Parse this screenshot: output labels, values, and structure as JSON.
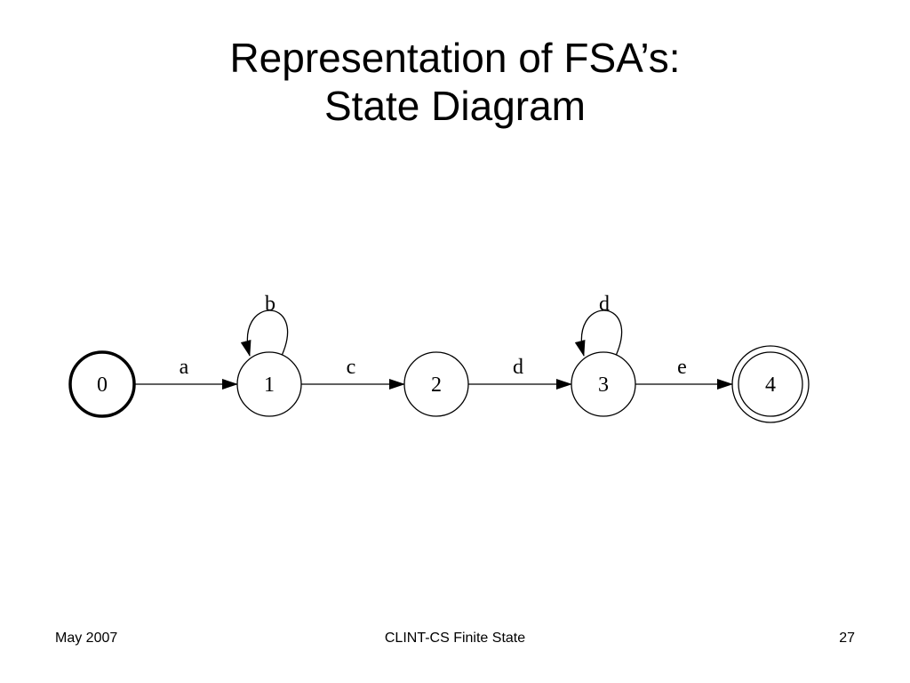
{
  "slide": {
    "title_line1": "Representation of FSA’s:",
    "title_line2": "State Diagram"
  },
  "diagram": {
    "states": [
      {
        "id": "0",
        "label": "0",
        "initial": true,
        "final": false
      },
      {
        "id": "1",
        "label": "1",
        "initial": false,
        "final": false
      },
      {
        "id": "2",
        "label": "2",
        "initial": false,
        "final": false
      },
      {
        "id": "3",
        "label": "3",
        "initial": false,
        "final": false
      },
      {
        "id": "4",
        "label": "4",
        "initial": false,
        "final": true
      }
    ],
    "transitions": [
      {
        "from": "0",
        "to": "1",
        "label": "a"
      },
      {
        "from": "1",
        "to": "1",
        "label": "b"
      },
      {
        "from": "1",
        "to": "2",
        "label": "c"
      },
      {
        "from": "2",
        "to": "3",
        "label": "d"
      },
      {
        "from": "3",
        "to": "3",
        "label": "d"
      },
      {
        "from": "3",
        "to": "4",
        "label": "e"
      }
    ]
  },
  "footer": {
    "left": "May 2007",
    "center": "CLINT-CS Finite State",
    "right": "27"
  }
}
